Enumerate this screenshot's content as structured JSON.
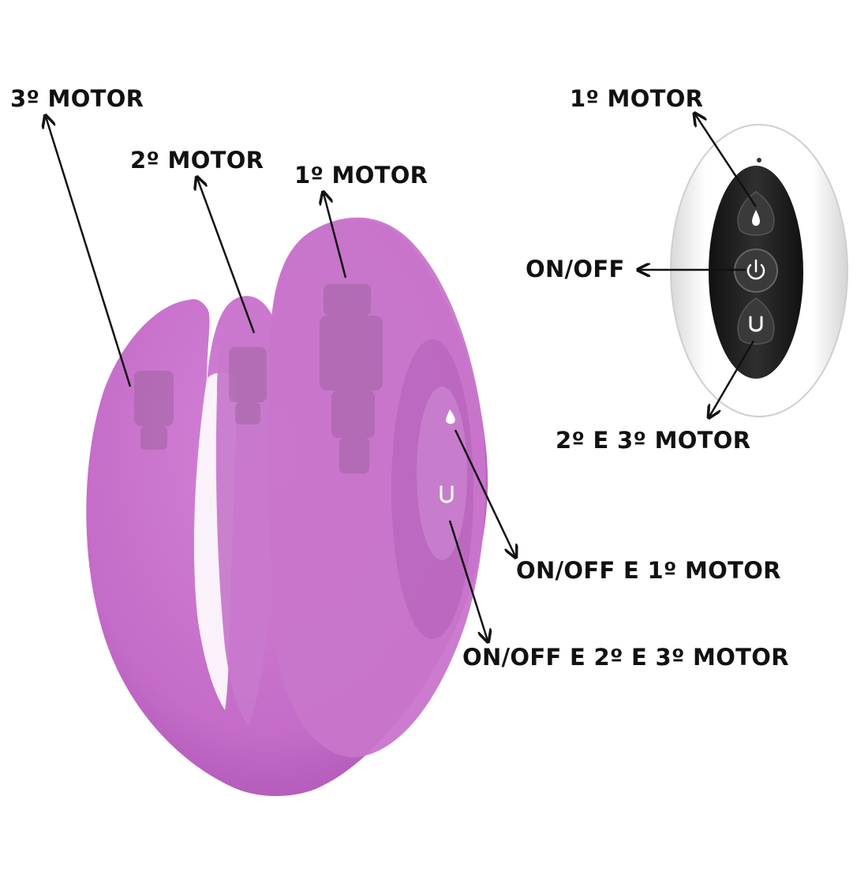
{
  "labels": {
    "device_motor_3": "3º MOTOR",
    "device_motor_2": "2º MOTOR",
    "device_motor_1": "1º MOTOR",
    "device_onoff_motor_1": "ON/OFF E 1º MOTOR",
    "device_onoff_motor_2_3": "ON/OFF E 2º E 3º MOTOR",
    "remote_motor_1": "1º MOTOR",
    "remote_onoff": "ON/OFF",
    "remote_motor_2_3": "2º E 3º MOTOR"
  },
  "colors": {
    "device_body": "#c46cc8",
    "device_shade": "#a84fb2",
    "remote_shell": "#f4f4f4",
    "remote_panel": "#1e1e1e",
    "button_face": "#3a3a3a",
    "arrow": "#111111"
  },
  "icons": {
    "remote_top_button": "drop-icon",
    "remote_center_button": "power-icon",
    "remote_bottom_button": "u-shape-icon",
    "device_top_button": "drop-icon",
    "device_bottom_button": "u-shape-icon"
  }
}
